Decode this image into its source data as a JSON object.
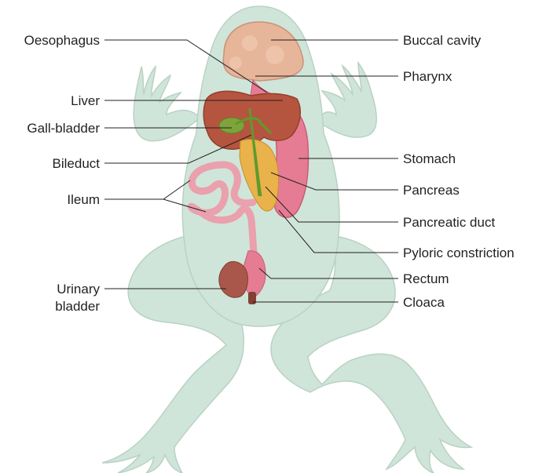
{
  "labels": {
    "oesophagus": "Oesophagus",
    "liver": "Liver",
    "gall_bladder": "Gall-bladder",
    "bileduct": "Bileduct",
    "ileum": "Ileum",
    "urinary_bladder_line1": "Urinary",
    "urinary_bladder_line2": "bladder",
    "buccal_cavity": "Buccal cavity",
    "pharynx": "Pharynx",
    "stomach": "Stomach",
    "pancreas": "Pancreas",
    "pancreatic_duct": "Pancreatic duct",
    "pyloric_constriction": "Pyloric constriction",
    "rectum": "Rectum",
    "cloaca": "Cloaca"
  },
  "colors": {
    "body": "#cfe5d9",
    "body_outline": "#b9d2c4",
    "buccal": "#e6b59a",
    "liver": "#b6553f",
    "gall_bladder": "#7fa33b",
    "stomach": "#e57c93",
    "intestine": "#eaa0ad",
    "pancreas": "#e9b24b",
    "urinary_bladder": "#a9574a",
    "label_text": "#231f20"
  }
}
